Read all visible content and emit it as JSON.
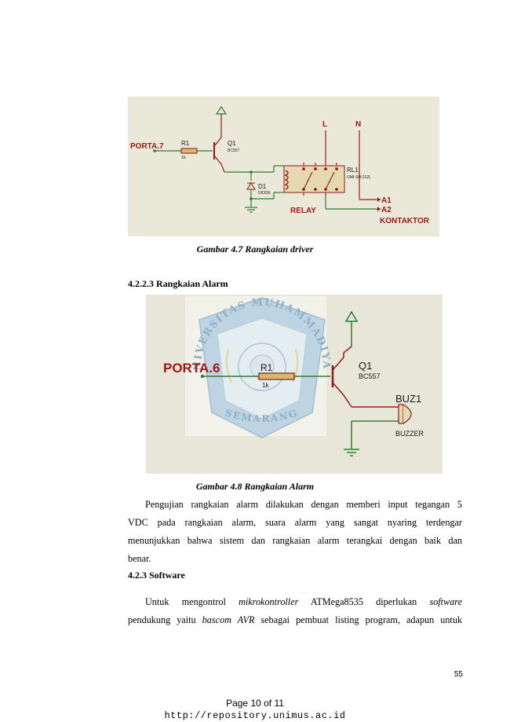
{
  "figure1": {
    "labels": {
      "porta": "PORTA.7",
      "r1": "R1",
      "r1_value": "1k",
      "q1": "Q1",
      "q1_model": "BC557",
      "d1": "D1",
      "d1_model": "DIODE",
      "rl1": "RL1",
      "rl1_model": "OMI-SH-212L",
      "l": "L",
      "n": "N",
      "relay": "RELAY",
      "a1": "A1",
      "a2": "A2",
      "kontaktor": "KONTAKTOR"
    },
    "caption": "Gambar 4.7 Rangkaian driver"
  },
  "section_alarm": {
    "heading": "4.2.2.3 Rangkaian Alarm"
  },
  "figure2": {
    "labels": {
      "porta": "PORTA.6",
      "r1": "R1",
      "r1_value": "1k",
      "q1": "Q1",
      "q1_model": "BC557",
      "buz1": "BUZ1",
      "buzzer": "BUZZER"
    },
    "watermark": {
      "top_text": "UNIVERSITAS MUHAMMADIYAH",
      "bottom_text": "SEMARANG"
    },
    "caption": "Gambar 4.8 Rangkaian Alarm"
  },
  "alarm_paragraph": {
    "lines": [
      "Pengujian rangkaian alarm dilakukan dengan memberi input tegangan 5",
      "VDC pada rangkaian alarm, suara alarm yang sangat nyaring terdengar",
      "menunjukkan bahwa sistem dan rangkaian alarm terangkai dengan baik dan",
      "benar."
    ]
  },
  "section_software": {
    "heading": "4.2.3 Software",
    "line1": {
      "t1": "Untuk mengontrol ",
      "i1": "mikrokontroller",
      "t2": " ATMega8535 diperlukan ",
      "i2": "software"
    },
    "line2": {
      "t1": "pendukung yaitu ",
      "i1": "bascom AVR",
      "t2": " sebagai pembuat listing program, adapun untuk"
    }
  },
  "page_number": "55",
  "footer": {
    "page_of": "Page 10 of 11",
    "url": "http://repository.unimus.ac.id"
  },
  "colors": {
    "wire_green": "#2e7d32",
    "wire_red": "#9b1b1b",
    "component_red": "#8b1a1a",
    "label_red": "#a01818",
    "fig_bg": "#e9e8d9"
  }
}
